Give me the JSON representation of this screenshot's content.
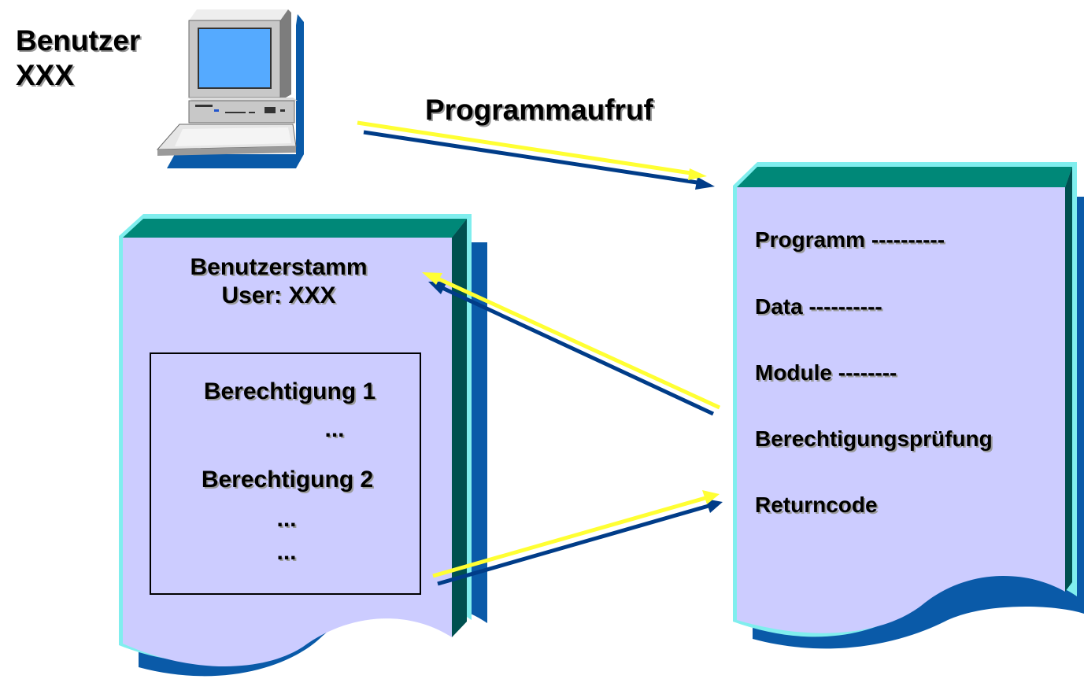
{
  "user": {
    "line1": "Benutzer",
    "line2": "XXX"
  },
  "call_label": "Programmaufruf",
  "user_master": {
    "title": "Benutzerstamm",
    "subtitle": "User: XXX",
    "authorizations": {
      "item1": "Berechtigung 1",
      "dots1": "...",
      "item2": "Berechtigung 2",
      "dots2": "...",
      "dots3": "..."
    }
  },
  "program": {
    "lines": [
      "Programm ----------",
      "Data ----------",
      "Module --------",
      "Berechtigungsprüfung",
      "Returncode"
    ]
  },
  "colors": {
    "page_fill": "#ccccff",
    "page_border": "#80eeee",
    "page_top": "#008878",
    "page_side": "#005050",
    "page_shadow": "#0a5aa8",
    "arrow_dark": "#003c88",
    "arrow_light": "#ffff33",
    "screen": "#55aaff"
  },
  "icons": {
    "computer": "computer-icon"
  }
}
